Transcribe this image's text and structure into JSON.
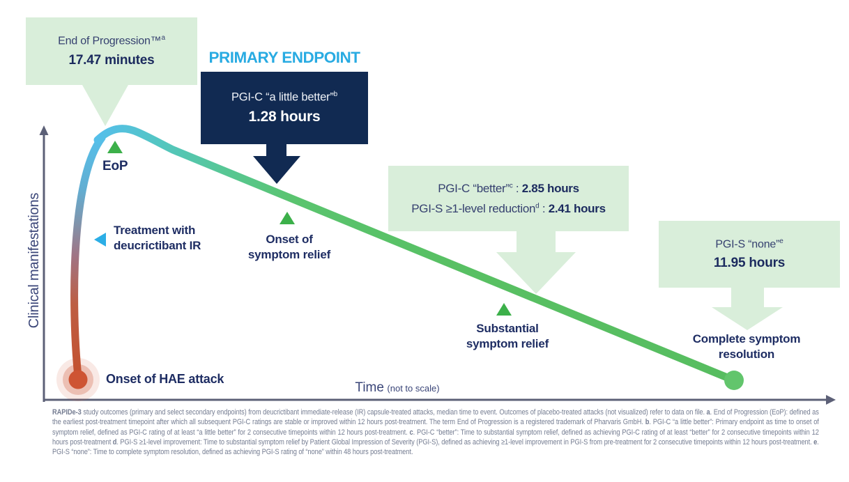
{
  "colors": {
    "callout_green": "#d9eeda",
    "navy_box": "#112a52",
    "primary_cyan": "#29abe2",
    "label_navy": "#1e2d63",
    "value_navy": "#1b2a5e",
    "curve_cyan": "#55bfe9",
    "curve_green": "#57bd60",
    "curve_red": "#c4512f",
    "marker_green": "#3cb04a",
    "marker_cyan": "#2caee6",
    "axis_slate": "#5c6077",
    "footnote_gray": "#757d92"
  },
  "axes": {
    "y_label": "Clinical manifestations",
    "x_label": "Time",
    "x_note": "(not to scale)"
  },
  "callouts": {
    "eop": {
      "title": "End of Progression™",
      "sup": "a",
      "value": "17.47 minutes"
    },
    "primary": {
      "heading": "PRIMARY ENDPOINT",
      "title": "PGI-C “a little better”",
      "sup": "b",
      "value": "1.28 hours"
    },
    "secondary": {
      "line1_label": "PGI-C “better”",
      "line1_sup": "c",
      "line1_sep": " : ",
      "line1_value": "2.85 hours",
      "line2_label": "PGI-S ≥1-level reduction",
      "line2_sup": "d",
      "line2_sep": " : ",
      "line2_value": "2.41 hours"
    },
    "resolution": {
      "title": "PGI-S “none”",
      "sup": "e",
      "value": "11.95 hours"
    }
  },
  "curve_labels": {
    "eop": "EoP",
    "treatment_line1": "Treatment with",
    "treatment_line2": "deucrictibant IR",
    "onset_line1": "Onset of",
    "onset_line2": "symptom relief",
    "substantial_line1": "Substantial",
    "substantial_line2": "symptom relief",
    "complete_line1": "Complete symptom",
    "complete_line2": "resolution",
    "attack": "Onset of HAE attack"
  },
  "footnote": {
    "bold_study": "RAPIDe-3",
    "seg1": " study outcomes (primary and select secondary endpoints) from deucrictibant immediate-release (IR) capsule-treated attacks, median time to event. Outcomes of placebo-treated attacks (not visualized) refer to data on file. ",
    "bold_a": "a",
    "seg2": ". End of Progression (EoP): defined as the earliest post-treatment timepoint after which all subsequent PGI-C ratings are stable or improved within 12 hours post-treatment. The term End of Progression is a registered trademark of Pharvaris GmbH. ",
    "bold_b": "b",
    "seg3": ". PGI-C “a little better”: Primary endpoint as time to onset of symptom relief, defined as PGI-C rating of at least “a little better” for 2 consecutive timepoints within 12 hours post-treatment. ",
    "bold_c": "c",
    "seg4": ". PGI-C “better”: Time to substantial symptom relief, defined as achieving PGI-C rating of at least “better” for 2 consecutive timepoints within 12 hours post-treatment ",
    "bold_d": "d",
    "seg5": ". PGI-S ≥1-level improvement: Time to substantial symptom relief by Patient Global Impression of Severity (PGI-S), defined as achieving ≥1-level improvement in PGI-S from pre-treatment for 2 consecutive timepoints within 12 hours ",
    "seg5b": "post-treatment. ",
    "bold_e": "e",
    "seg6": ". PGI-S “none”: Time to complete symptom resolution, defined as achieving PGI-S rating of “none” within 48 hours post-treatment."
  }
}
